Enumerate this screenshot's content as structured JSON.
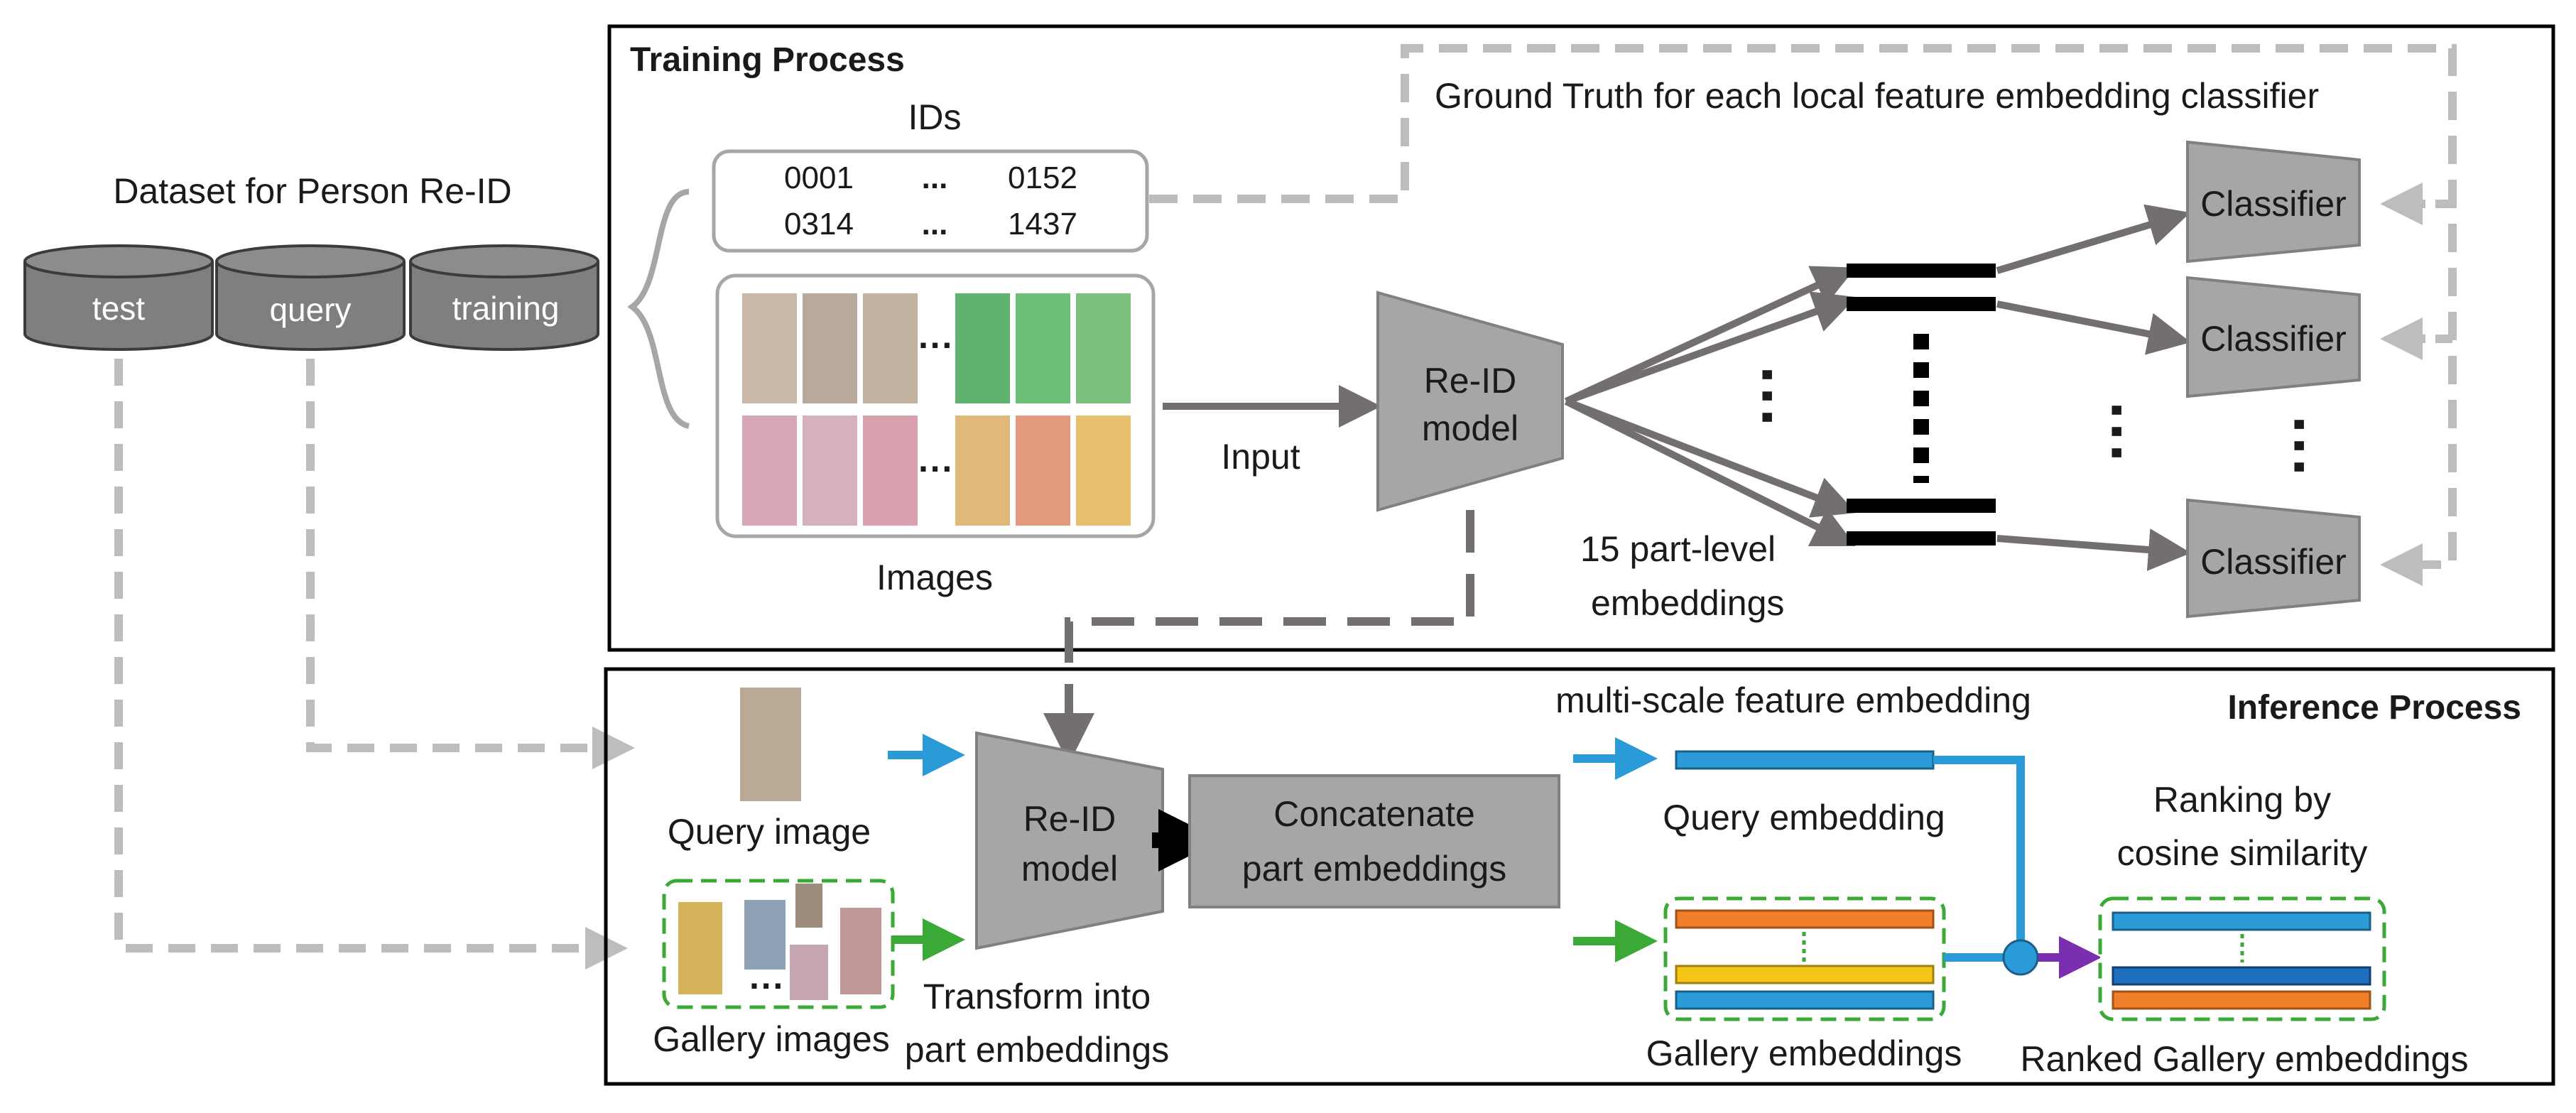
{
  "dataset": {
    "title": "Dataset for Person Re-ID",
    "cylinders": [
      "test",
      "query",
      "training"
    ]
  },
  "training": {
    "title": "Training Process",
    "ids_label": "IDs",
    "id_values": [
      "0001",
      "...",
      "0152",
      "0314",
      "...",
      "1437"
    ],
    "images_label": "Images",
    "input_label": "Input",
    "model_line1": "Re-ID",
    "model_line2": "model",
    "ground_truth": "Ground Truth for each local feature embedding classifier",
    "part_label_line1": "15 part-level",
    "part_label_line2": "embeddings",
    "classifier_labels": [
      "Classifier",
      "Classifier",
      "Classifier"
    ]
  },
  "inference": {
    "title": "Inference Process",
    "query_image": "Query image",
    "gallery_images": "Gallery images",
    "model_line1": "Re-ID",
    "model_line2": "model",
    "transform_line1": "Transform into",
    "transform_line2": "part embeddings",
    "concat_line1": "Concatenate",
    "concat_line2": "part embeddings",
    "multiscale": "multi-scale feature embedding",
    "query_embedding": "Query embedding",
    "gallery_embeddings": "Gallery embeddings",
    "ranking_line1": "Ranking by",
    "ranking_line2": "cosine similarity",
    "ranked_gallery": "Ranked Gallery embeddings"
  },
  "colors": {
    "blue": "#2a9bd6",
    "green": "#3aa935",
    "orange": "#f07f2a",
    "yellow": "#f5c518",
    "purple": "#7a2fb0",
    "gray": "#a6a6a6",
    "dark_gray": "#736f6e",
    "dashed_gray": "#bdbdbd"
  }
}
